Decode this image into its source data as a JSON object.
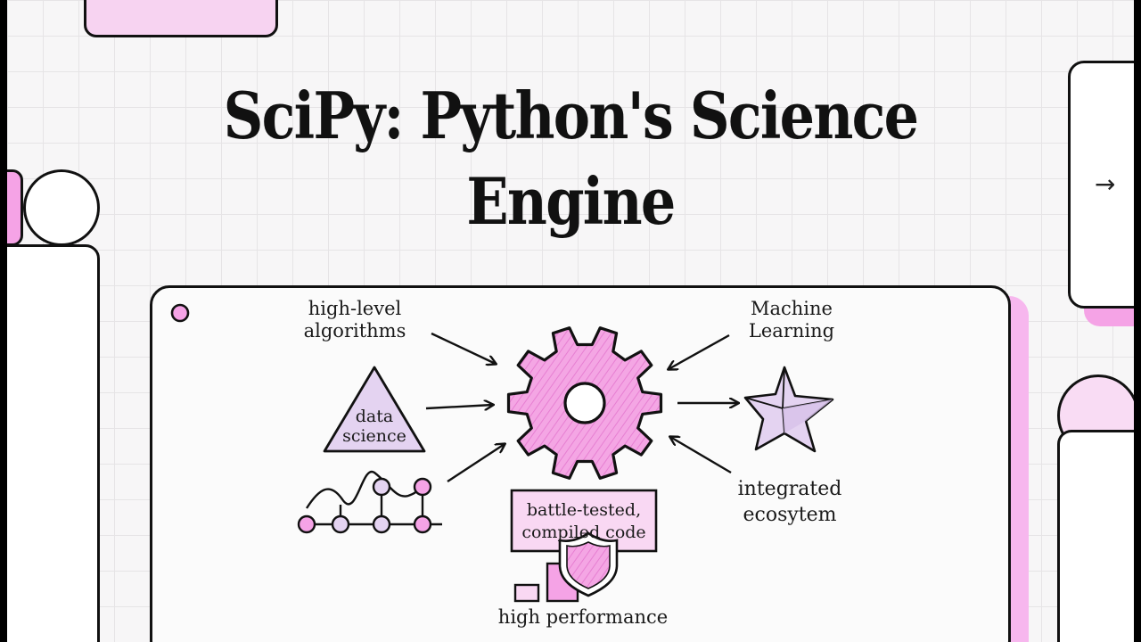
{
  "slide": {
    "title_line1": "SciPy: Python's Science",
    "title_line2": "Engine",
    "next_arrow": "→"
  },
  "diagram": {
    "labels": {
      "high_level_algorithms": "high-level\nalgorithms",
      "machine_learning": "Machine\nLearning",
      "data_science": "data\nscience",
      "integrated_ecosystem": "integrated\necosytem",
      "battle_tested": "battle-tested,\ncompiled code",
      "high_performance": "high performance"
    }
  },
  "colors": {
    "accent_pink": "#f5a3e6",
    "light_pink": "#f9d8f3",
    "lavender": "#e3d4f0",
    "ink": "#111111"
  },
  "icons": [
    "gear-icon",
    "star-icon",
    "triangle-icon",
    "network-icon",
    "shield-icon",
    "next-arrow-icon"
  ]
}
